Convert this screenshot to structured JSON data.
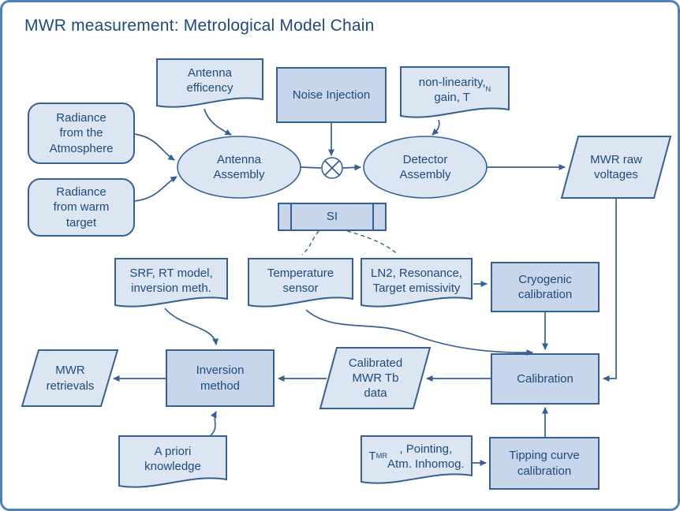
{
  "title": "MWR measurement: Metrological Model Chain",
  "colors": {
    "frame_border": "#4f81bd",
    "shape_stroke": "#376092",
    "fill_light": "#dce6f2",
    "fill_mid": "#c7d6ea",
    "text": "#1f497d"
  },
  "nodes": {
    "antenna_efficiency": {
      "label": "Antenna\nefficency"
    },
    "noise_injection": {
      "label": "Noise Injection"
    },
    "non_linearity": {
      "pre": "non-linearity,\ngain, T",
      "sub": "N"
    },
    "radiance_atmosphere": {
      "label": "Radiance\nfrom the\nAtmosphere"
    },
    "radiance_warm_target": {
      "label": "Radiance\nfrom warm\ntarget"
    },
    "antenna_assembly": {
      "label": "Antenna\nAssembly"
    },
    "detector_assembly": {
      "label": "Detector\nAssembly"
    },
    "mwr_raw_voltages": {
      "label": "MWR raw\nvoltages"
    },
    "si": {
      "label": "SI"
    },
    "srf_rt_model": {
      "label": "SRF, RT model,\ninversion meth."
    },
    "temperature_sensor": {
      "label": "Temperature\nsensor"
    },
    "ln2_resonance": {
      "label": "LN2, Resonance,\nTarget emissivity"
    },
    "cryogenic_calibration": {
      "label": "Cryogenic\ncalibration"
    },
    "mwr_retrievals": {
      "label": "MWR\nretrievals"
    },
    "inversion_method": {
      "label": "Inversion\nmethod"
    },
    "calibrated_mwr_tb": {
      "label": "Calibrated\nMWR Tb\ndata"
    },
    "calibration": {
      "label": "Calibration"
    },
    "a_priori_knowledge": {
      "label": "A priori\nknowledge"
    },
    "tmr_pointing": {
      "pre": "T",
      "sub": "MR",
      "post": ", Pointing,\nAtm. Inhomog."
    },
    "tipping_curve": {
      "label": "Tipping curve\ncalibration"
    }
  }
}
